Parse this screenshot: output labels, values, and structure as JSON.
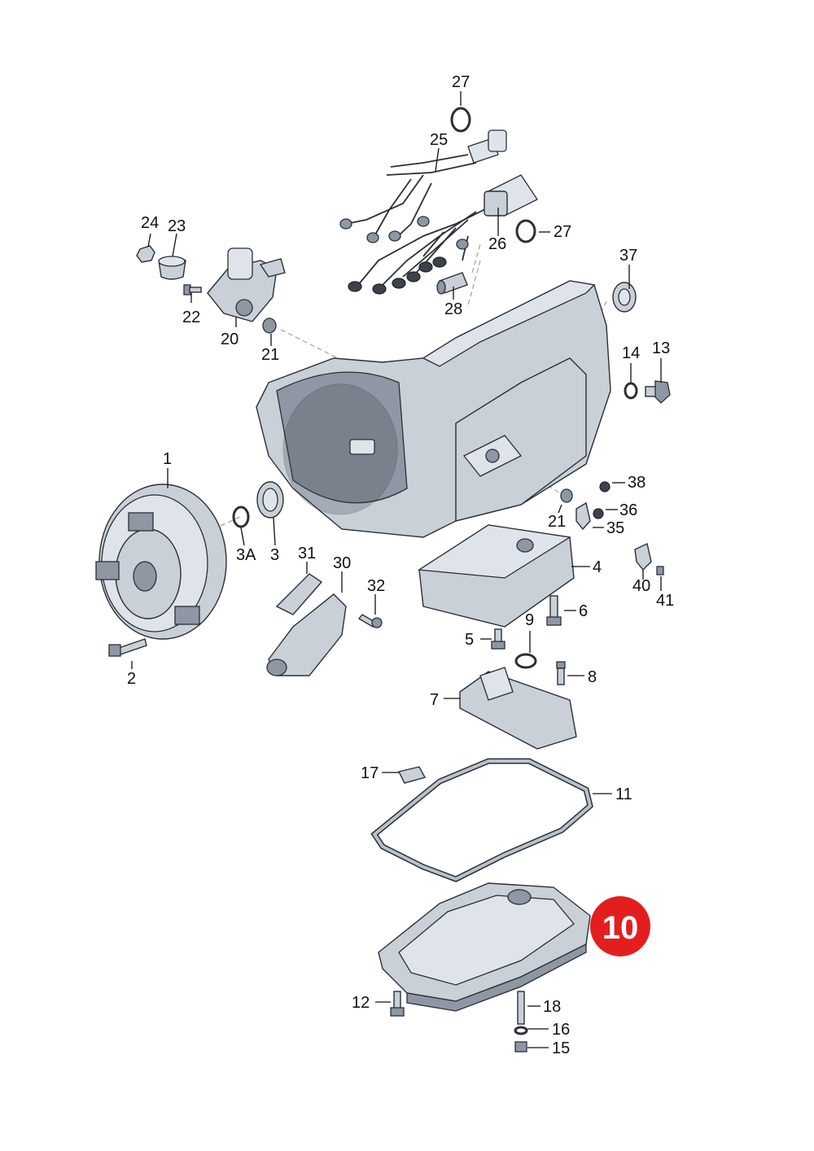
{
  "labels": {
    "l1": "1",
    "l2": "2",
    "l3": "3",
    "l3a": "3A",
    "l4": "4",
    "l5": "5",
    "l6": "6",
    "l7": "7",
    "l8": "8",
    "l9": "9",
    "l11": "11",
    "l12": "12",
    "l13": "13",
    "l14": "14",
    "l15": "15",
    "l16": "16",
    "l17": "17",
    "l18": "18",
    "l20": "20",
    "l21a": "21",
    "l21b": "21",
    "l22": "22",
    "l23": "23",
    "l24": "24",
    "l25": "25",
    "l26": "26",
    "l27a": "27",
    "l27b": "27",
    "l28": "28",
    "l30": "30",
    "l31": "31",
    "l32": "32",
    "l35": "35",
    "l36": "36",
    "l37": "37",
    "l38": "38",
    "l40": "40",
    "l41": "41"
  },
  "highlight": {
    "label": "10",
    "color": "#e41e1e"
  },
  "colors": {
    "line": "#111111",
    "metal": "#c9d0d8",
    "background": "#ffffff"
  }
}
